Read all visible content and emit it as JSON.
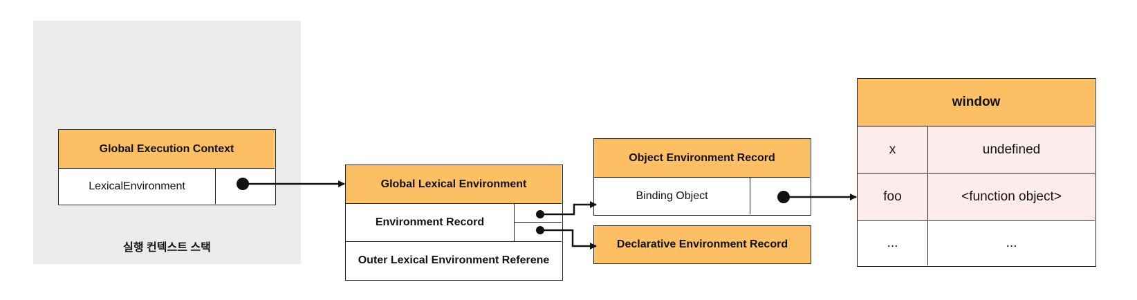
{
  "stack": {
    "label": "실행 컨텍스트 스택"
  },
  "gec": {
    "title": "Global Execution Context",
    "row_label": "LexicalEnvironment"
  },
  "gle": {
    "title": "Global Lexical Environment",
    "env_record": "Environment Record",
    "outer_ref": "Outer Lexical Environment Referene"
  },
  "oer": {
    "title": "Object  Environment Record",
    "binding_object": "Binding Object"
  },
  "der": {
    "title": "Declarative Environment Record"
  },
  "window": {
    "title": "window",
    "rows": [
      {
        "key": "x",
        "value": "undefined"
      },
      {
        "key": "foo",
        "value": "<function object>"
      },
      {
        "key": "...",
        "value": "..."
      }
    ]
  },
  "colors": {
    "header": "#fdbf63",
    "window_row": "#fdeceb",
    "stack_bg": "#ebebeb"
  }
}
